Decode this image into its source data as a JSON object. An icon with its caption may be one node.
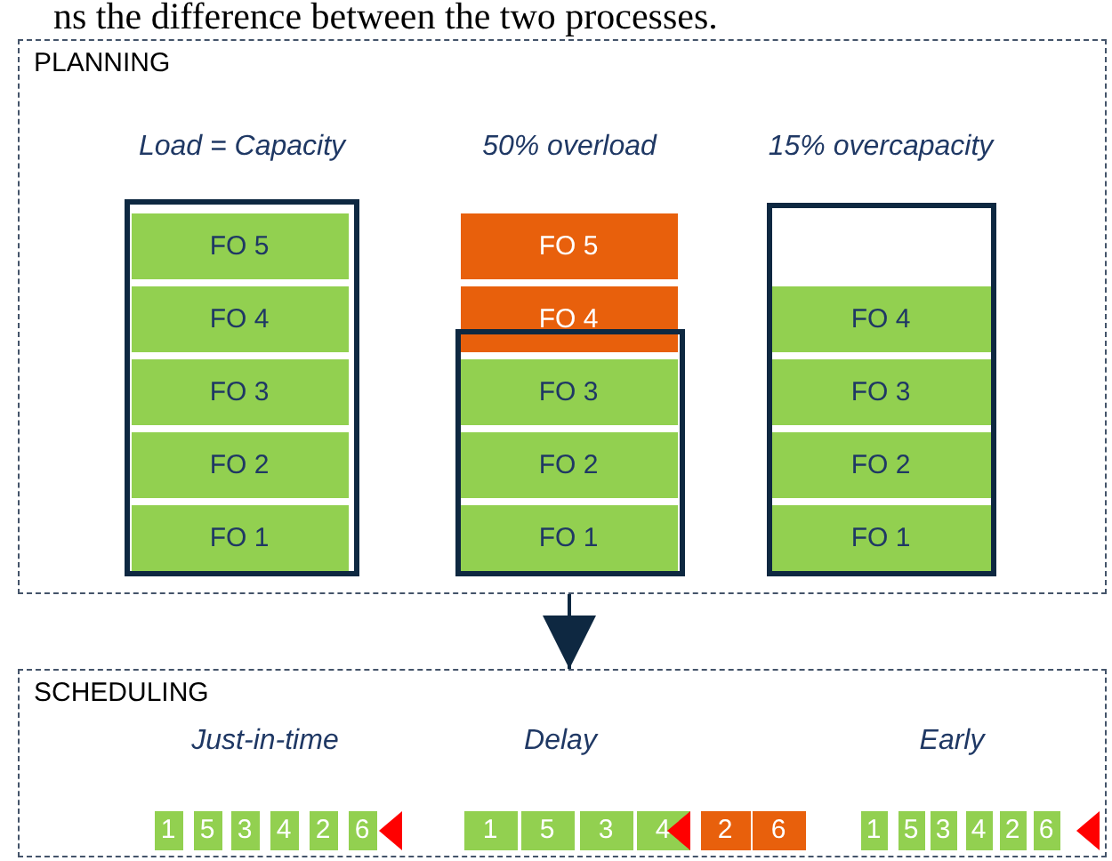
{
  "diagram": {
    "nodes": [
      {
        "text": [
          "PLANNING"
        ]
      },
      {
        "text": [],
        "shape": "box",
        "in": 0
      },
      {
        "text": [
          "FO 5"
        ],
        "in": 1
      },
      {
        "text": [
          "FO 4"
        ],
        "in": 1
      },
      {
        "text": [
          "FO 3"
        ],
        "in": 1
      },
      {
        "text": [
          "FO 2"
        ],
        "in": 1
      },
      {
        "text": [
          "FO 1"
        ],
        "in": 1
      },
      {
        "text": [
          "FO 5"
        ],
        "in": 0
      },
      {
        "text": [
          "FO 4"
        ],
        "in": 0
      },
      {
        "text": [],
        "shape": "box",
        "in": 0
      },
      {
        "text": [
          "FO 3"
        ],
        "in": 9
      },
      {
        "text": [
          "FO 2"
        ],
        "in": 9
      },
      {
        "text": [
          "FO 1"
        ],
        "in": 9
      },
      {
        "text": [],
        "shape": "box",
        "in": 0
      },
      {
        "text": [
          "FO 4"
        ],
        "in": 13
      },
      {
        "text": [
          "FO 3"
        ],
        "in": 13
      },
      {
        "text": [
          "FO 2"
        ],
        "in": 13
      },
      {
        "text": [
          "FO 1"
        ],
        "in": 13
      },
      {
        "text": [
          "SCHEDULING"
        ]
      },
      {
        "text": [
          "1"
        ],
        "in": 18
      },
      {
        "text": [
          "5"
        ],
        "in": 18
      },
      {
        "text": [
          "3"
        ],
        "in": 18
      },
      {
        "text": [
          "4"
        ],
        "in": 18
      },
      {
        "text": [
          "2"
        ],
        "in": 18
      },
      {
        "text": [
          "6"
        ],
        "in": 18
      },
      {
        "text": [
          "1"
        ],
        "in": 18
      },
      {
        "text": [
          "5"
        ],
        "in": 18
      },
      {
        "text": [
          "3"
        ],
        "in": 18
      },
      {
        "text": [
          "4"
        ],
        "in": 18
      },
      {
        "text": [
          "2"
        ],
        "in": 18
      },
      {
        "text": [
          "6"
        ],
        "in": 18
      },
      {
        "text": [
          "1"
        ],
        "in": 18
      },
      {
        "text": [
          "5"
        ],
        "in": 18
      },
      {
        "text": [
          "3"
        ],
        "in": 18
      },
      {
        "text": [
          "4"
        ],
        "in": 18
      },
      {
        "text": [
          "2"
        ],
        "in": 18
      },
      {
        "text": [
          "6"
        ],
        "in": 18
      }
    ],
    "edges": [
      {
        "from": 0,
        "to": 18,
        "arrow": "to"
      }
    ],
    "labels": [
      "ns the difference between the two processes.",
      "Load = Capacity",
      "50% overload",
      "15% overcapacity",
      "Just-in-time",
      "Delay",
      "Early"
    ]
  }
}
